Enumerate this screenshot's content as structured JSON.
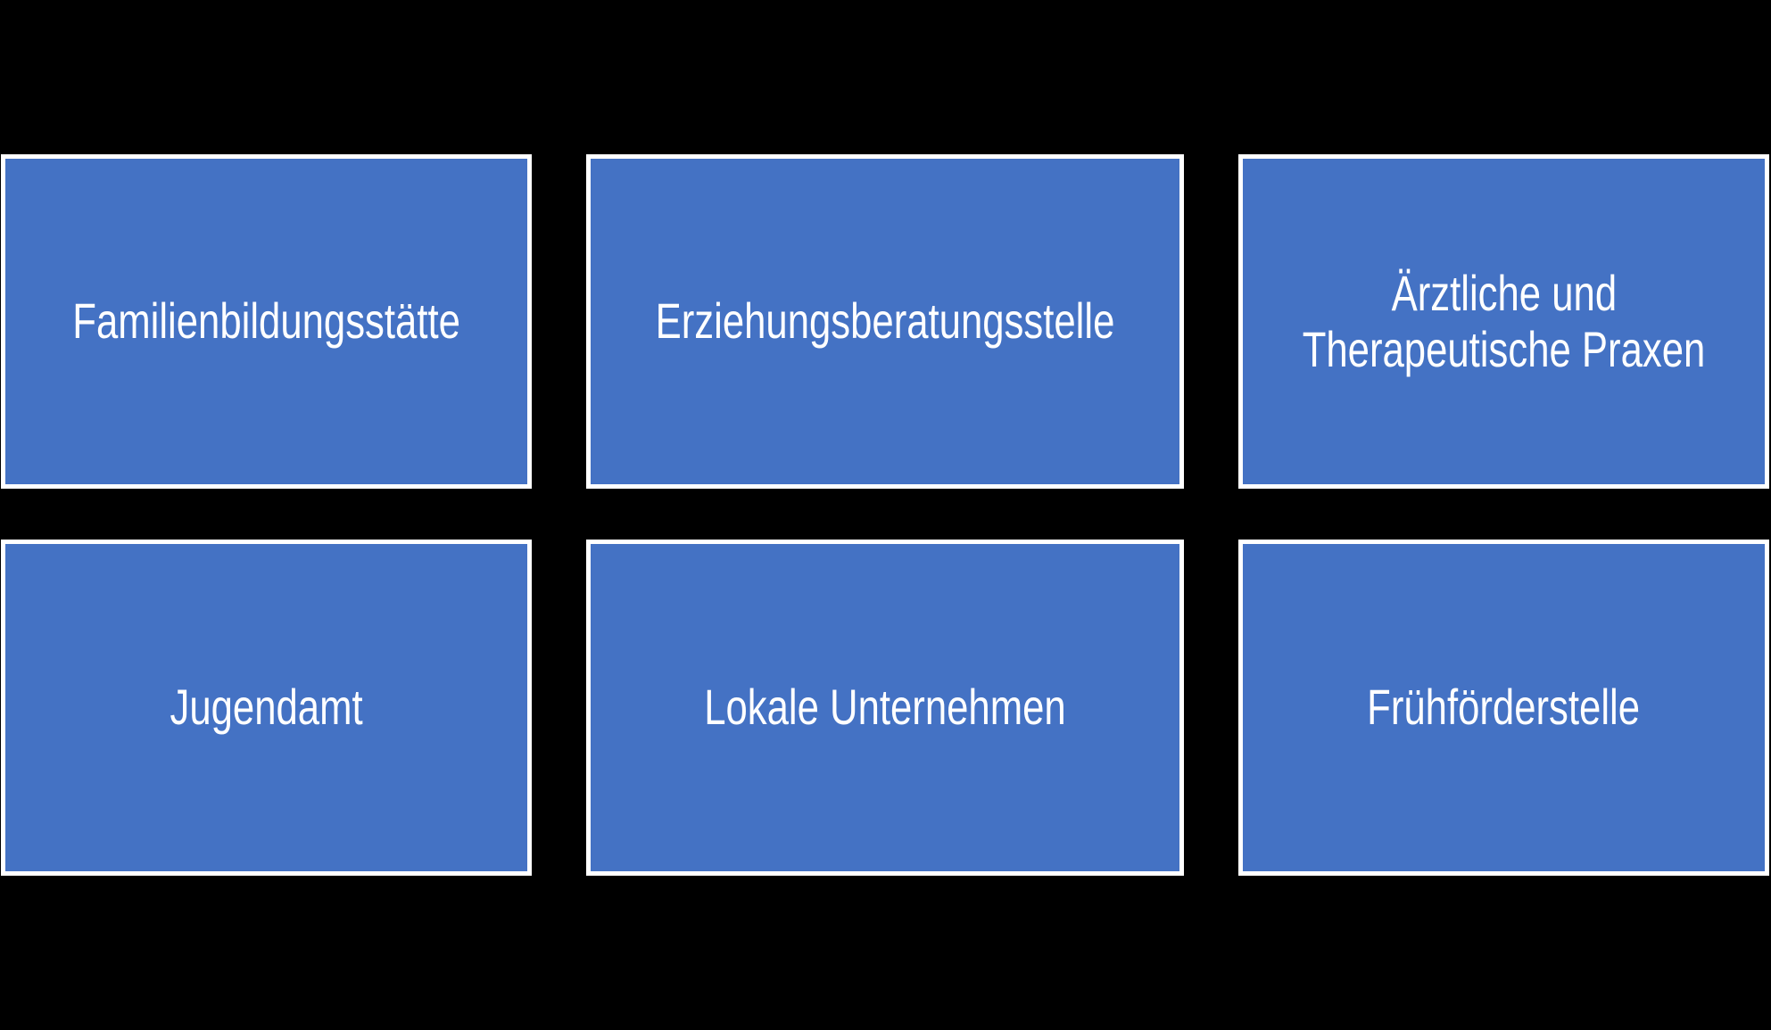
{
  "diagram": {
    "description": "grid of partner organization shapes",
    "boxes": [
      {
        "name": "familienbildungsstaette",
        "lines": [
          "Familienbildungsstätte"
        ]
      },
      {
        "name": "erziehungsberatungsstelle",
        "lines": [
          "Erziehungsberatungsstelle"
        ]
      },
      {
        "name": "aerztliche-und-therapeutische-praxen",
        "lines": [
          "Ärztliche und",
          "Therapeutische Praxen"
        ]
      },
      {
        "name": "jugendamt",
        "lines": [
          "Jugendamt"
        ]
      },
      {
        "name": "lokale-unternehmen",
        "lines": [
          "Lokale Unternehmen"
        ]
      },
      {
        "name": "fruehfoerderstelle",
        "lines": [
          "Frühförderstelle"
        ]
      }
    ]
  },
  "colors": {
    "background": "#000000",
    "box_fill": "#4472C4",
    "box_border": "#FFFFFF",
    "box_text": "#FFFFFF"
  }
}
